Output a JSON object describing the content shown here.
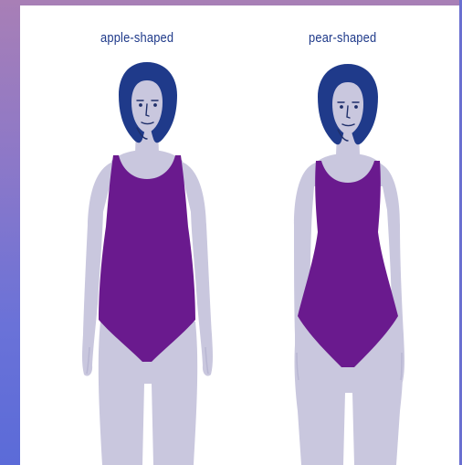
{
  "figures": {
    "apple": {
      "label": "apple-shaped"
    },
    "pear": {
      "label": "pear-shaped"
    }
  },
  "colors": {
    "panel": "#ffffff",
    "hair": "#1f3a8a",
    "skin": "#c9c7de",
    "swimsuit": "#6a1a8e",
    "face_lines": "#1f2f6a",
    "label_text": "#1f3a8a"
  },
  "icons": [
    "apple-shaped-figure",
    "pear-shaped-figure"
  ]
}
